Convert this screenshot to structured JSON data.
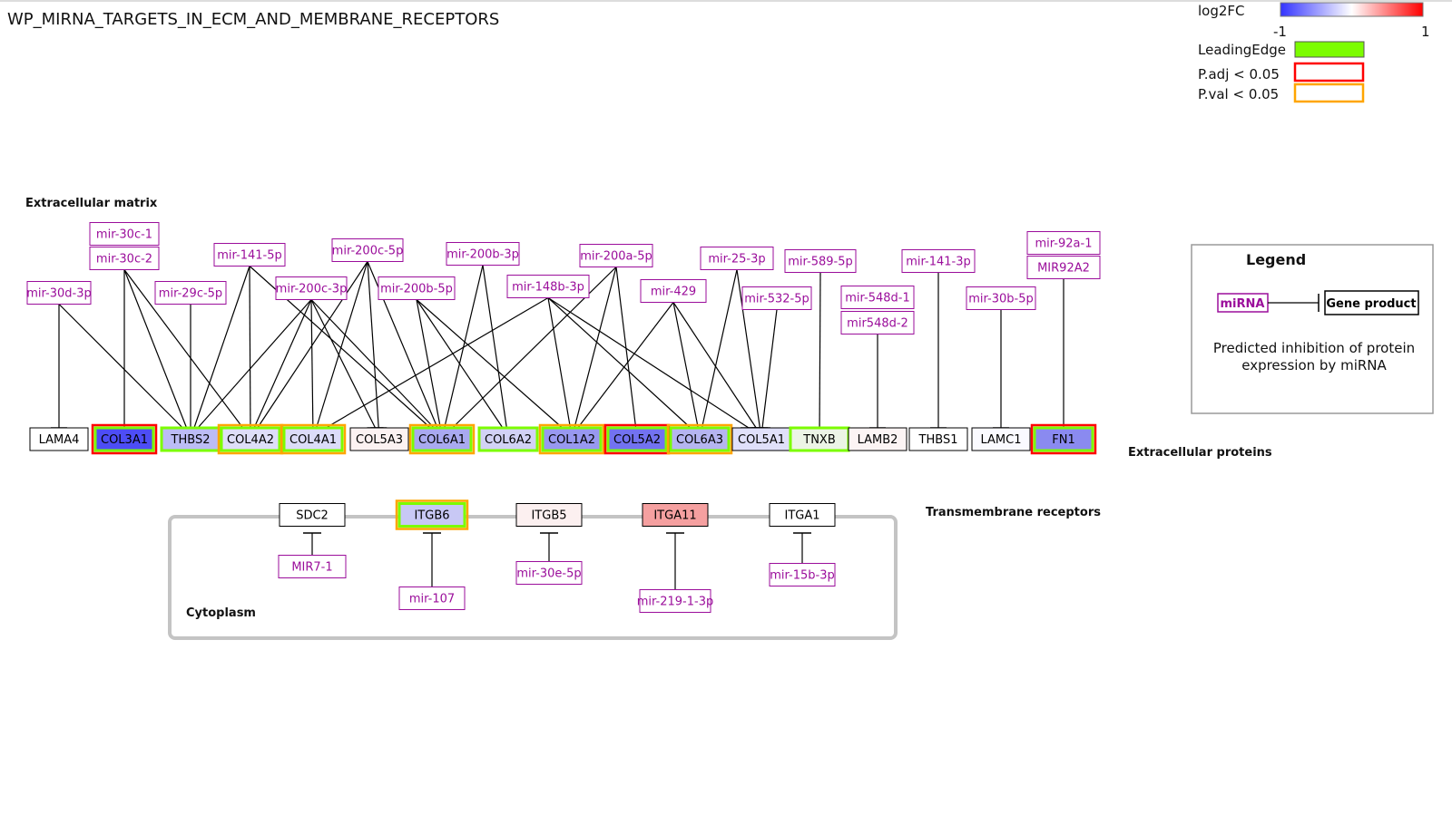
{
  "title": "WP_MIRNA_TARGETS_IN_ECM_AND_MEMBRANE_RECEPTORS",
  "sections": {
    "extracellular_matrix": "Extracellular matrix",
    "extracellular_proteins": "Extracellular proteins",
    "transmembrane_receptors": "Transmembrane receptors",
    "cytoplasm": "Cytoplasm"
  },
  "color_legend": {
    "log2fc_label": "log2FC",
    "min_label": "-1",
    "max_label": "1",
    "leading_edge_label": "LeadingEdge",
    "padj_label": "P.adj  <  0.05",
    "pval_label": "P.val  <  0.05",
    "low_color": "#3333ff",
    "mid_color": "#ffffff",
    "high_color": "#ff0000",
    "leading_edge_color": "#7cfc00",
    "padj_color": "#ff0000",
    "pval_color": "#ffa500"
  },
  "legend_box": {
    "title": "Legend",
    "mirna_label": "miRNA",
    "gene_label": "Gene product",
    "caption_line1": "Predicted inhibition of protein",
    "caption_line2": "expression by miRNA"
  },
  "genes": [
    {
      "name": "LAMA4",
      "fill": "#ffffff",
      "border": "none"
    },
    {
      "name": "COL3A1",
      "fill": "#4d4df5",
      "border": "padj"
    },
    {
      "name": "THBS2",
      "fill": "#bcbcf5",
      "border": "leading"
    },
    {
      "name": "COL4A2",
      "fill": "#dedef8",
      "border": "leading_pval"
    },
    {
      "name": "COL4A1",
      "fill": "#dcdcf8",
      "border": "leading_pval"
    },
    {
      "name": "COL5A3",
      "fill": "#fcf2f2",
      "border": "none"
    },
    {
      "name": "COL6A1",
      "fill": "#a9a9f0",
      "border": "leading_pval"
    },
    {
      "name": "COL6A2",
      "fill": "#d2d2f5",
      "border": "leading"
    },
    {
      "name": "COL1A2",
      "fill": "#9898f0",
      "border": "leading_pval"
    },
    {
      "name": "COL5A2",
      "fill": "#7272f0",
      "border": "padj"
    },
    {
      "name": "COL6A3",
      "fill": "#b5b5f0",
      "border": "leading_pval"
    },
    {
      "name": "COL5A1",
      "fill": "#e0e0fa",
      "border": "none"
    },
    {
      "name": "TNXB",
      "fill": "#ecf4e6",
      "border": "leading"
    },
    {
      "name": "LAMB2",
      "fill": "#fcf4f4",
      "border": "none"
    },
    {
      "name": "THBS1",
      "fill": "#ffffff",
      "border": "none"
    },
    {
      "name": "LAMC1",
      "fill": "#fafaff",
      "border": "none"
    },
    {
      "name": "FN1",
      "fill": "#8a8af0",
      "border": "padj"
    }
  ],
  "receptors": [
    {
      "name": "SDC2",
      "fill": "#ffffff",
      "border": "none"
    },
    {
      "name": "ITGB6",
      "fill": "#c8c8f5",
      "border": "leading_pval"
    },
    {
      "name": "ITGB5",
      "fill": "#fcf0f0",
      "border": "none"
    },
    {
      "name": "ITGA11",
      "fill": "#f5a0a0",
      "border": "none"
    },
    {
      "name": "ITGA1",
      "fill": "#ffffff",
      "border": "none"
    }
  ],
  "mirnas": [
    "mir-30d-3p",
    "mir-30c-1",
    "mir-30c-2",
    "mir-29c-5p",
    "mir-141-5p",
    "mir-200c-3p",
    "mir-200c-5p",
    "mir-200b-5p",
    "mir-200b-3p",
    "mir-148b-3p",
    "mir-200a-5p",
    "mir-429",
    "mir-25-3p",
    "mir-532-5p",
    "mir-589-5p",
    "mir-548d-1",
    "mir548d-2",
    "mir-141-3p",
    "mir-30b-5p",
    "mir-92a-1",
    "MIR92A2"
  ],
  "receptor_mirnas": [
    "MIR7-1",
    "mir-107",
    "mir-30e-5p",
    "mir-219-1-3p",
    "mir-15b-3p"
  ]
}
